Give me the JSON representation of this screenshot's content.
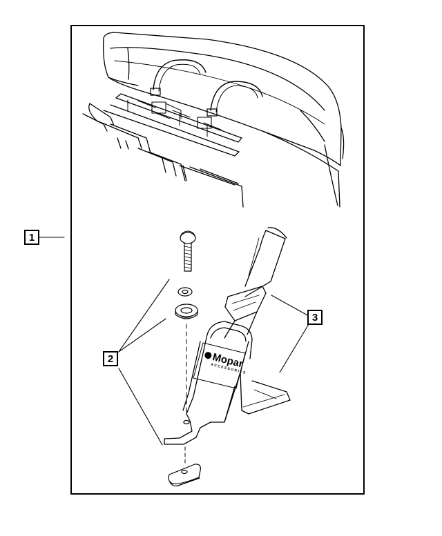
{
  "callouts": {
    "c1": "1",
    "c2": "2",
    "c3": "3"
  },
  "logo": {
    "brand": "Mopar",
    "sub": "ACCESSORIES"
  },
  "colors": {
    "line": "#000000",
    "background": "#ffffff"
  }
}
